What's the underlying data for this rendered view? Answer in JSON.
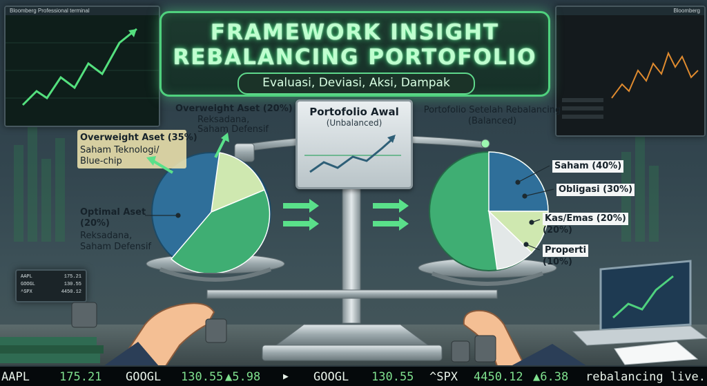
{
  "header": {
    "title_line1": "FRAMEWORK INSIGHT",
    "title_line2": "REBALANCING PORTOFOLIO",
    "subtitle": "Evaluasi, Deviasi, Aksi, Dampak"
  },
  "monitors": {
    "left_brand": "Bloomberg Professional terminal",
    "right_brand": "Bloomberg"
  },
  "plaque": {
    "title": "Portofolio Awal",
    "subtitle": "(Unbalanced)"
  },
  "after": {
    "title": "Portofolio Setelah Rebalancing",
    "subtitle": "(Balanced)"
  },
  "left_labels": {
    "ow20_title": "Overweight Aset (20%)",
    "ow20_line1": "Reksadana,",
    "ow20_line2": "Saham Defensif",
    "ow35_title": "Overweight Aset (35%)",
    "ow35_line1": "Saham Teknologi/",
    "ow35_line2": "Blue-chip",
    "opt_title": "Optimal Aset",
    "opt_pct": "(20%)",
    "opt_line1": "Reksadana,",
    "opt_line2": "Saham Defensif"
  },
  "right_labels": {
    "saham": "Saham (40%)",
    "obligasi": "Obligasi (30%)",
    "kas_title": "Kas/Emas (20%)",
    "kas_pct": "(20%)",
    "properti_title": "Properti",
    "properti_pct": "(10%)"
  },
  "mini_quotes": [
    {
      "sym": "AAPL",
      "val": "175.21"
    },
    {
      "sym": "GOOGL",
      "val": "130.55"
    },
    {
      "sym": "^SPX",
      "val": "4450.12"
    }
  ],
  "ticker": [
    {
      "text": "AAPL",
      "cls": ""
    },
    {
      "text": "175.21",
      "cls": "up"
    },
    {
      "text": "GOOGL",
      "cls": ""
    },
    {
      "text": "130.55",
      "cls": "up"
    },
    {
      "text": "▲5.98",
      "cls": "up"
    },
    {
      "text": "▶",
      "cls": ""
    },
    {
      "text": "GOOGL",
      "cls": ""
    },
    {
      "text": "130.55",
      "cls": "up"
    },
    {
      "text": "^SPX",
      "cls": ""
    },
    {
      "text": "4450.12",
      "cls": "up"
    },
    {
      "text": "▲6.38",
      "cls": "up"
    },
    {
      "text": "rebalancing live...",
      "cls": ""
    }
  ],
  "colors": {
    "neon_green": "#4fd17e",
    "pie_blue": "#2f6f9a",
    "pie_green": "#3fae73",
    "pie_light": "#cfe8b0"
  }
}
